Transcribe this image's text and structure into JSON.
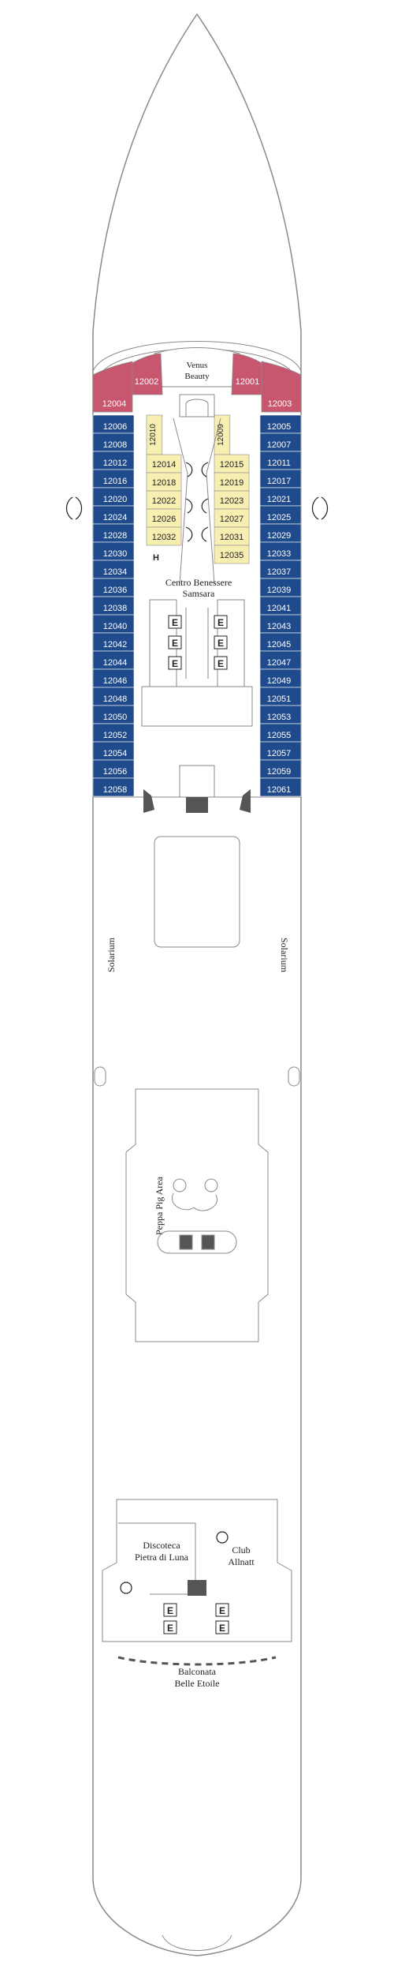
{
  "colors": {
    "hull_stroke": "#8a8a8a",
    "suite": "#c8566e",
    "balcony": "#1f4a8c",
    "inside": "#f7eeb2",
    "text": "#222222",
    "white_text": "#ffffff"
  },
  "labels": {
    "venus_line1": "Venus",
    "venus_line2": "Beauty",
    "spa_line1": "Centro Benessere",
    "spa_line2": "Samsara",
    "solarium_left": "Solarium",
    "solarium_right": "Solarium",
    "peppa": "Peppa Pig Area",
    "disco_line1": "Discoteca",
    "disco_line2": "Pietra di Luna",
    "club_line1": "Club",
    "club_line2": "Allnatt",
    "balc_line1": "Balconata",
    "balc_line2": "Belle Etoile",
    "elevator": "E",
    "accessible": "H"
  },
  "cabins": {
    "suite_left": [
      "12002",
      "12004"
    ],
    "suite_right": [
      "12001",
      "12003"
    ],
    "port_outer": [
      "12006",
      "12008",
      "12012",
      "12016",
      "12020",
      "12024",
      "12028",
      "12030",
      "12034",
      "12036",
      "12038",
      "12040",
      "12042",
      "12044",
      "12046",
      "12048",
      "12050",
      "12052",
      "12054",
      "12056",
      "12058"
    ],
    "starboard_outer": [
      "12005",
      "12007",
      "12011",
      "12017",
      "12021",
      "12025",
      "12029",
      "12033",
      "12037",
      "12039",
      "12041",
      "12043",
      "12045",
      "12047",
      "12049",
      "12051",
      "12053",
      "12055",
      "12057",
      "12059",
      "12061"
    ],
    "inside_left_top": "12010",
    "inside_left": [
      "12014",
      "12018",
      "12022",
      "12026",
      "12032"
    ],
    "inside_right_top": "12009",
    "inside_right": [
      "12015",
      "12019",
      "12023",
      "12027",
      "12031",
      "12035"
    ]
  }
}
